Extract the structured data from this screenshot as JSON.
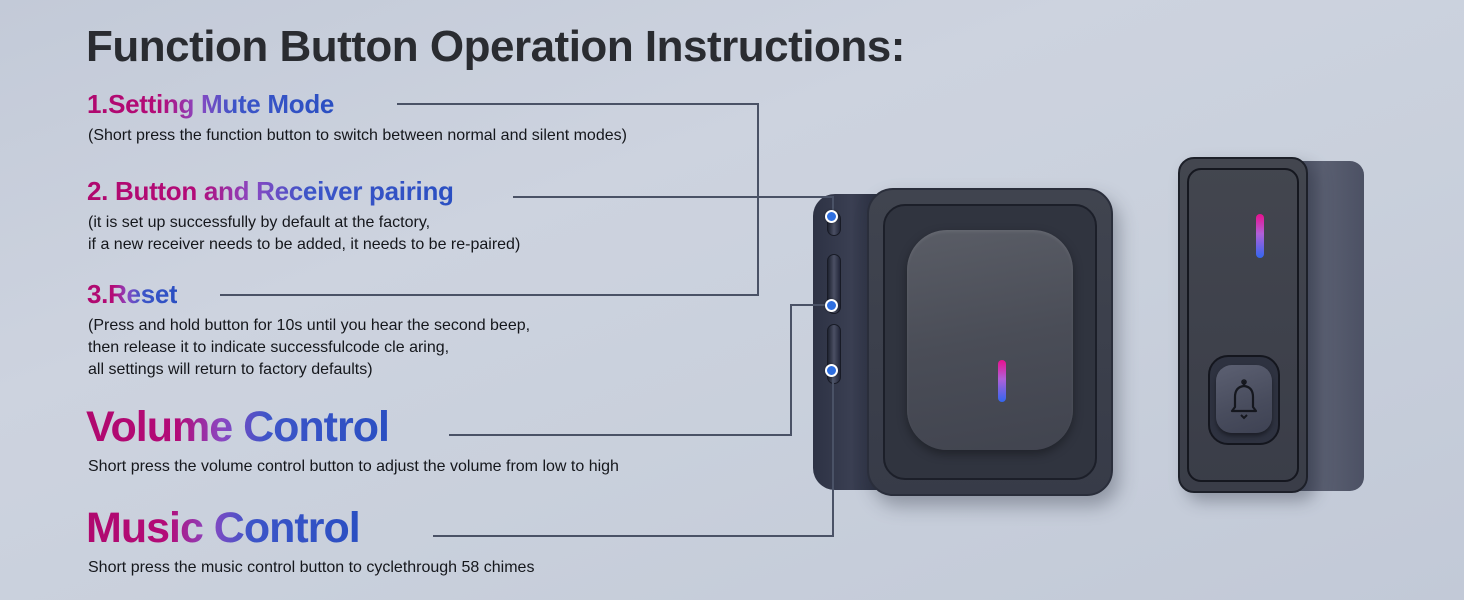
{
  "title": "Function Button Operation Instructions:",
  "sections": [
    {
      "heading": "1.Setting Mute Mode",
      "description": [
        "(Short press the function button to switch between normal and silent modes)"
      ]
    },
    {
      "heading": "2. Button and Receiver pairing",
      "description": [
        "(it is set up successfully by default at the factory,",
        "if a new receiver needs to be added, it needs to be re-paired)"
      ]
    },
    {
      "heading": "3.Reset",
      "description": [
        "(Press and hold button for 10s until you hear the second beep,",
        "then release it to indicate successfulcode cle aring,",
        "all settings will return to factory defaults)"
      ]
    },
    {
      "heading": "Volume Control",
      "description": [
        "Short press the volume control button to adjust the volume from low to high"
      ]
    },
    {
      "heading": "Music Control",
      "description": [
        "Short press the music control button to cyclethrough 58  chimes"
      ]
    }
  ],
  "products": {
    "receiver": {
      "name": "plug-in receiver",
      "side_buttons": [
        "function",
        "volume",
        "music"
      ]
    },
    "transmitter": {
      "name": "doorbell button",
      "icon": "bell"
    }
  },
  "colors": {
    "background": "#c9d0dc",
    "title": "#2a2c31",
    "heading_gradient_start": "#b0086e",
    "heading_gradient_mid": "#8a48c2",
    "heading_gradient_end": "#2a4fc2",
    "leader_line": "#4a5266",
    "callout_dot": "#2f6fe0",
    "device_body": "#3a3e4a",
    "led_top": "#e8108e",
    "led_bottom": "#3366ee"
  }
}
